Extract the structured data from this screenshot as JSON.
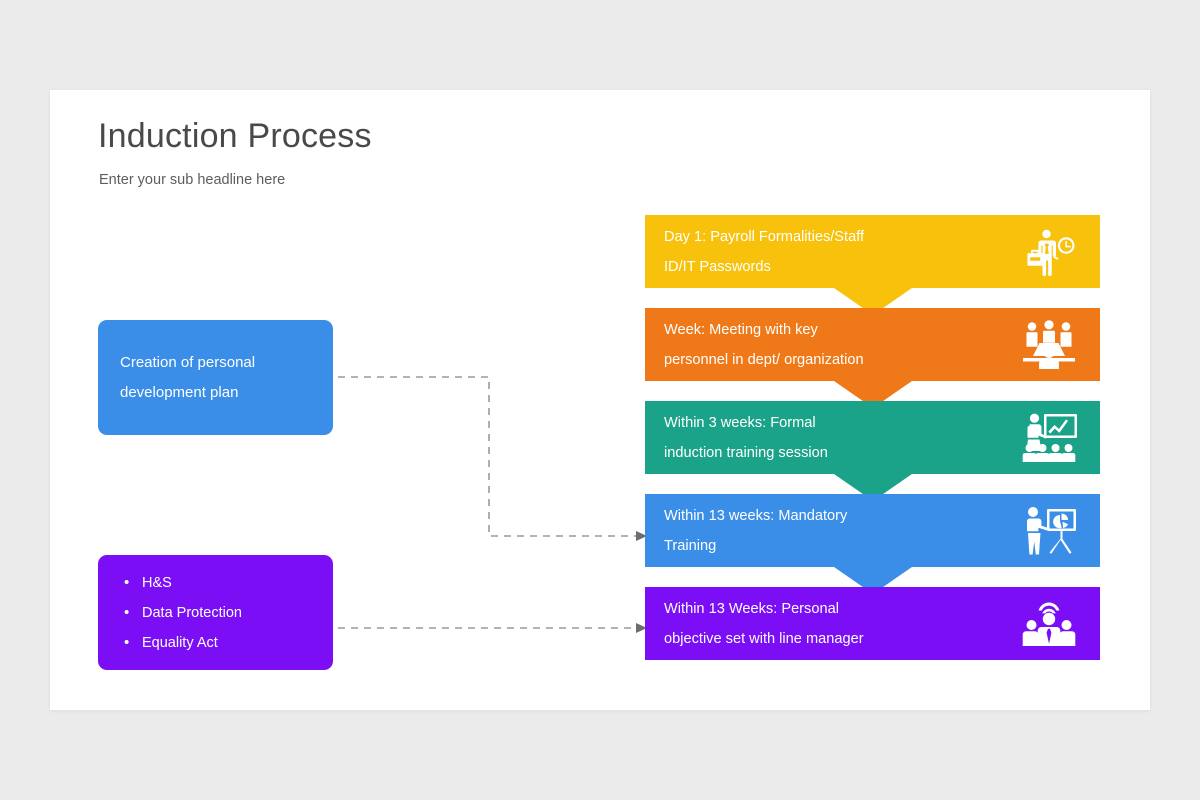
{
  "background_color": "#ebebeb",
  "card": {
    "background_color": "#ffffff",
    "title": "Induction Process",
    "subtitle": "Enter your sub headline here"
  },
  "left_boxes": [
    {
      "name": "personal-development-plan",
      "color": "#3b8ee8",
      "lines": [
        "Creation of personal",
        "development plan"
      ]
    },
    {
      "name": "policy-topics",
      "color": "#7b0ef5",
      "bullet_char": "•",
      "bullets": [
        "H&S",
        "Data Protection",
        "Equality Act"
      ]
    }
  ],
  "connectors": [
    {
      "name": "plan-to-mandatory-training",
      "style": "dashed",
      "color": "#9a9a9a",
      "arrow": true
    },
    {
      "name": "policies-to-personal-objective",
      "style": "dashed",
      "color": "#9a9a9a",
      "arrow": true
    }
  ],
  "steps": [
    {
      "name": "step-day-1",
      "color": "#f7c10c",
      "icon": "businessman-briefcase-clock-icon",
      "lines": [
        "Day 1: Payroll Formalities/Staff",
        "ID/IT Passwords"
      ]
    },
    {
      "name": "step-week",
      "color": "#ef7918",
      "icon": "meeting-table-people-icon",
      "lines": [
        "Week: Meeting with key",
        "personnel in dept/ organization"
      ]
    },
    {
      "name": "step-within-3-weeks",
      "color": "#1ba38a",
      "icon": "presenter-chart-audience-icon",
      "lines": [
        "Within 3 weeks: Formal",
        "induction training session"
      ]
    },
    {
      "name": "step-within-13-weeks-training",
      "color": "#3b8ee8",
      "icon": "presenter-pie-chart-easel-icon",
      "lines": [
        "Within 13 weeks: Mandatory",
        "Training"
      ]
    },
    {
      "name": "step-within-13-weeks-objective",
      "color": "#7b0ef5",
      "icon": "team-leader-group-icon",
      "lines": [
        "Within 13 Weeks: Personal",
        "objective set with line manager"
      ]
    }
  ]
}
